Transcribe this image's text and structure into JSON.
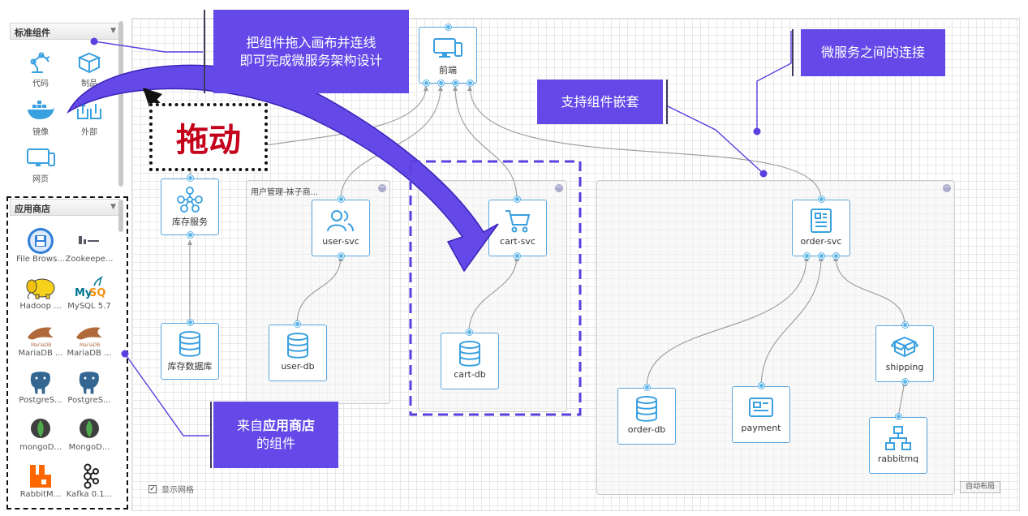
{
  "palette": {
    "standard": {
      "title": "标准组件",
      "items": [
        {
          "label": "代码",
          "icon": "robot-arm-icon"
        },
        {
          "label": "制品",
          "icon": "package-icon"
        },
        {
          "label": "镜像",
          "icon": "docker-whale-icon"
        },
        {
          "label": "外部",
          "icon": "external-icon"
        },
        {
          "label": "网页",
          "icon": "monitor-icon"
        }
      ]
    },
    "appstore": {
      "title": "应用商店",
      "items": [
        {
          "label": "File Brows...",
          "icon": "floppy-icon"
        },
        {
          "label": "Zookeepe...",
          "icon": "zookeeper-icon"
        },
        {
          "label": "Hadoop ...",
          "icon": "hadoop-elephant-icon"
        },
        {
          "label": "MySQL 5.7",
          "icon": "mysql-dolphin-icon"
        },
        {
          "label": "MariaDB ...",
          "icon": "mariadb-seal-icon"
        },
        {
          "label": "MariaDB ...",
          "icon": "mariadb-seal-icon"
        },
        {
          "label": "PostgreS...",
          "icon": "postgres-elephant-icon"
        },
        {
          "label": "PostgreS...",
          "icon": "postgres-elephant-icon"
        },
        {
          "label": "mongoD...",
          "icon": "mongodb-leaf-icon"
        },
        {
          "label": "MongoD...",
          "icon": "mongodb-leaf-icon"
        },
        {
          "label": "RabbitM...",
          "icon": "rabbitmq-icon"
        },
        {
          "label": "Kafka 0.1...",
          "icon": "kafka-icon"
        }
      ]
    }
  },
  "canvas": {
    "show_grid_label": "显示网格",
    "auto_layout_label": "自动布局",
    "groups": {
      "user_group": "用户管理-袜子商..."
    },
    "nodes": {
      "frontend": "前端",
      "inventory": "库存服务",
      "inventory_db": "库存数据库",
      "user_svc": "user-svc",
      "user_db": "user-db",
      "cart_svc": "cart-svc",
      "cart_db": "cart-db",
      "order_svc": "order-svc",
      "order_db": "order-db",
      "payment": "payment",
      "shipping": "shipping",
      "rabbitmq": "rabbitmq"
    }
  },
  "annotations": {
    "drag_components": [
      "把组件拖入画布并连线",
      "即可完成微服务架构设计"
    ],
    "connections": "微服务之间的连接",
    "nesting": "支持组件嵌套",
    "drag_word": "拖动",
    "appstore_prefix": "来自",
    "appstore_bold": "应用商店",
    "appstore_suffix": "的组件"
  },
  "colors": {
    "accent": "#6549e8",
    "port": "#5ab3e6",
    "node_border": "#5aa6dd",
    "drag_text": "#c4001a"
  }
}
